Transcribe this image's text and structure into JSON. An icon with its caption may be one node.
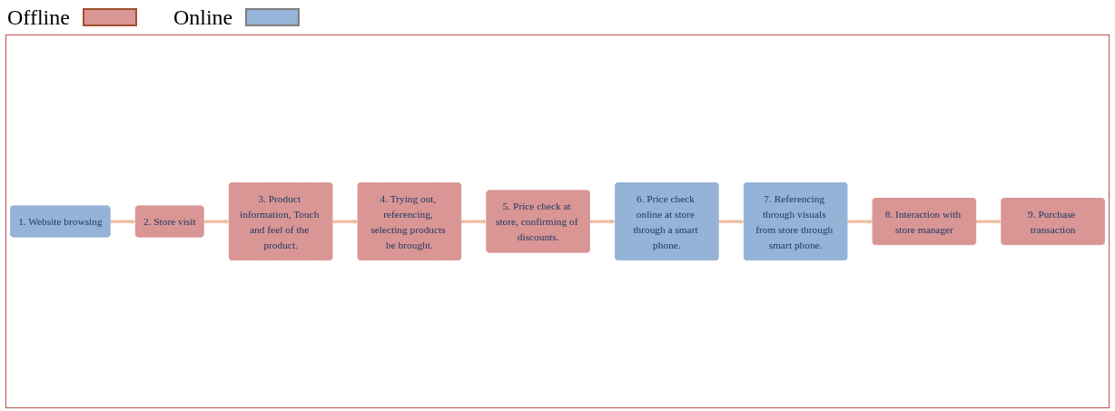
{
  "diagram": {
    "nodes": [
      {
        "text": [
          "1. Website browsing"
        ]
      },
      {
        "text": [
          "2. Store visit"
        ]
      },
      {
        "text": [
          "3. Product information, Touch and feel of the product."
        ]
      },
      {
        "text": [
          "4. Trying out, referencing, selecting products be brought."
        ]
      },
      {
        "text": [
          "5. Price check at store, confirming of discounts."
        ]
      },
      {
        "text": [
          "6. Price check online at store through a smart phone."
        ]
      },
      {
        "text": [
          "7. Referencing through visuals from store through smart phone."
        ]
      },
      {
        "text": [
          "8. Interaction with store manager"
        ]
      },
      {
        "text": [
          "9. Purchase transaction"
        ]
      }
    ],
    "edges": [
      {
        "from": 0,
        "to": 1,
        "arrow": "to"
      },
      {
        "from": 1,
        "to": 2,
        "arrow": "to"
      },
      {
        "from": 2,
        "to": 3,
        "arrow": "to"
      },
      {
        "from": 3,
        "to": 4,
        "arrow": "to"
      },
      {
        "from": 4,
        "to": 5,
        "arrow": "to"
      },
      {
        "from": 5,
        "to": 6,
        "arrow": "to"
      },
      {
        "from": 6,
        "to": 7,
        "arrow": "to"
      },
      {
        "from": 7,
        "to": 8,
        "arrow": "to"
      }
    ],
    "legend": [
      {
        "text": "Offline",
        "color": "#d99694"
      },
      {
        "text": "Online",
        "color": "#95b3d7"
      }
    ]
  }
}
